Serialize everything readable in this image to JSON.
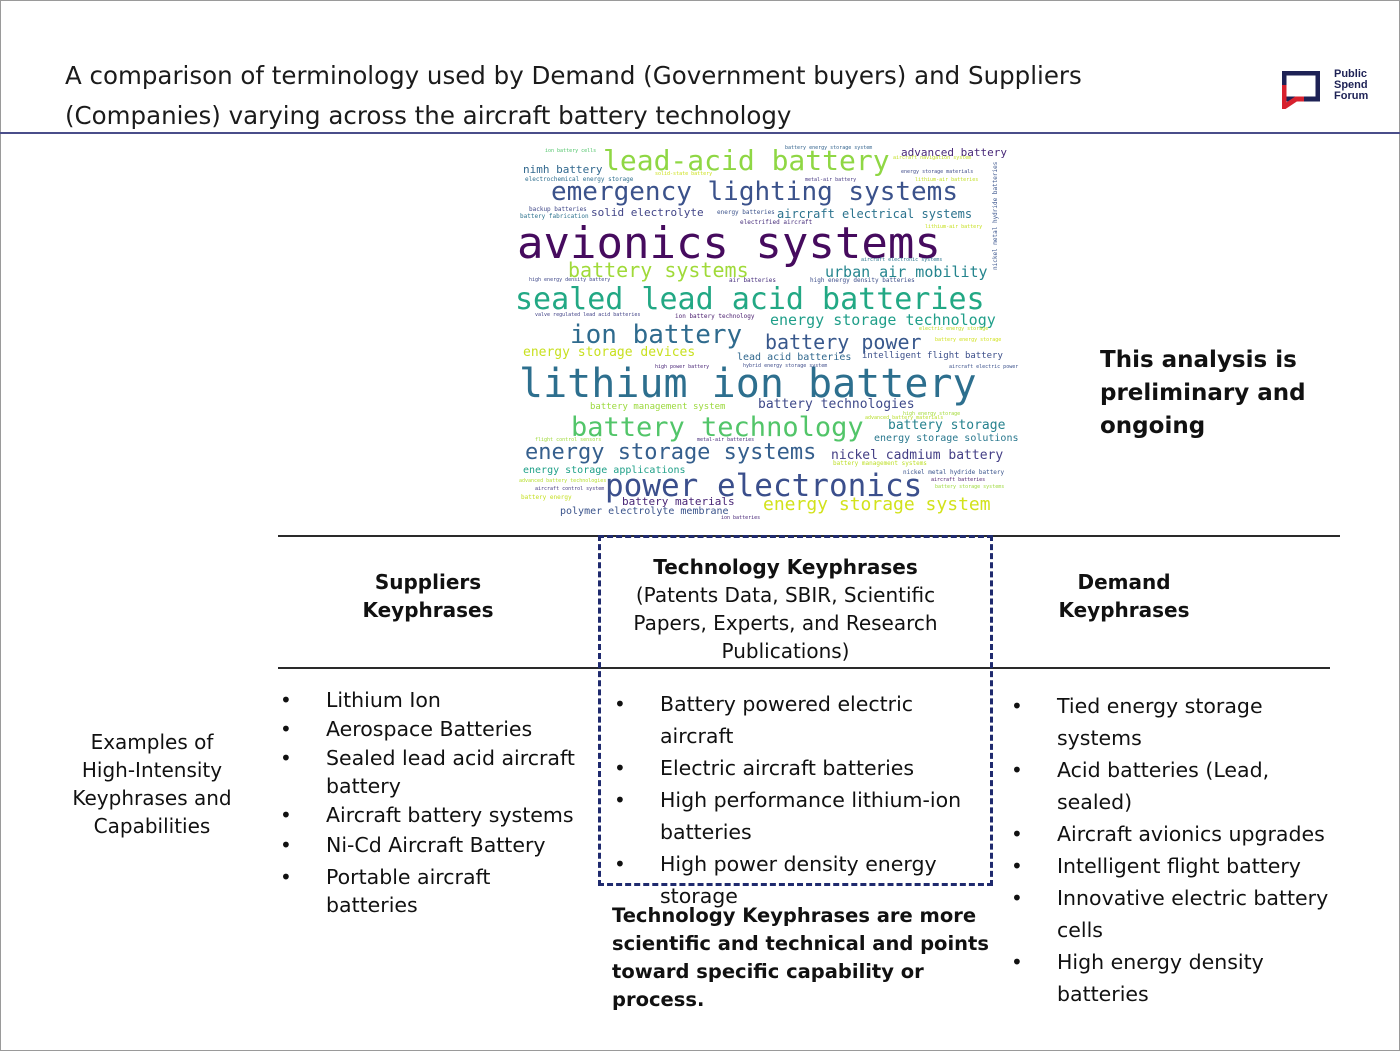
{
  "title": "A comparison of terminology used by Demand (Government buyers) and Suppliers (Companies) varying across the aircraft battery technology",
  "logo": {
    "line1": "Public",
    "line2": "Spend",
    "line3": "Forum",
    "colors": {
      "red": "#d7212e",
      "navy": "#1e2255"
    }
  },
  "word_cloud": [
    "avionics systems",
    "lithium ion battery",
    "lead-acid battery",
    "emergency lighting systems",
    "sealed lead acid batteries",
    "power electronics",
    "battery technology",
    "energy storage systems",
    "ion battery",
    "battery systems",
    "battery power",
    "energy storage technology",
    "urban air mobility",
    "aircraft electrical systems",
    "energy storage system",
    "advanced battery",
    "nimh battery",
    "solid electrolyte",
    "battery technologies",
    "battery storage",
    "nickel cadmium battery",
    "energy storage devices",
    "energy storage solutions",
    "battery management system",
    "lead acid batteries",
    "intelligent flight battery",
    "energy storage applications",
    "battery materials",
    "polymer electrolyte membrane",
    "ion battery cells",
    "metal-air battery",
    "electrochemical energy storage",
    "backup batteries",
    "battery fabrication",
    "energy batteries",
    "electrified aircraft",
    "energy storage materials",
    "lithium-air batteries",
    "nickel metal hydride batteries",
    "high energy density battery",
    "air batteries",
    "high energy density batteries",
    "valve regulated lead acid batteries",
    "ion battery technology",
    "high power battery",
    "hybrid energy storage system",
    "aircraft electric power",
    "high energy storage",
    "flight control sensors",
    "metal-air batteries",
    "battery management systems",
    "nickel metal hydride battery",
    "aircraft batteries",
    "advanced battery technologies",
    "aircraft control system",
    "battery storage systems",
    "battery energy",
    "ion batteries",
    "electric energy storage",
    "battery energy storage",
    "aircraft electronic systems",
    "battery energy storage system",
    "aircraft navigation system",
    "solid-state battery",
    "lithium-air battery",
    "advanced battery materials"
  ],
  "prelim_note": "This analysis is preliminary and ongoing",
  "columns": {
    "suppliers": {
      "line1": "Suppliers",
      "line2": "Keyphrases"
    },
    "technology": {
      "heading": "Technology Keyphrases",
      "subheading": "(Patents Data, SBIR, Scientific Papers, Experts, and Research Publications)"
    },
    "demand": {
      "line1": "Demand",
      "line2": "Keyphrases"
    }
  },
  "row_label": "Examples of High-Intensity Keyphrases and Capabilities",
  "suppliers_items": [
    "Lithium Ion",
    "Aerospace Batteries",
    "Sealed lead acid aircraft battery",
    "Aircraft battery systems",
    "Ni-Cd Aircraft Battery",
    "Portable aircraft batteries"
  ],
  "technology_items": [
    "Battery powered electric aircraft",
    "Electric aircraft batteries",
    "High performance lithium-ion batteries",
    "High power density energy storage"
  ],
  "demand_items": [
    "Tied energy storage systems",
    "Acid batteries (Lead, sealed)",
    "Aircraft avionics upgrades",
    "Intelligent flight battery",
    "Innovative electric battery cells",
    "High energy density batteries"
  ],
  "footnote": "Technology Keyphrases are more scientific and technical and points toward specific capability or process.",
  "colors": {
    "rule": "#4a4e8a",
    "dashed_box": "#1f2a6e"
  }
}
